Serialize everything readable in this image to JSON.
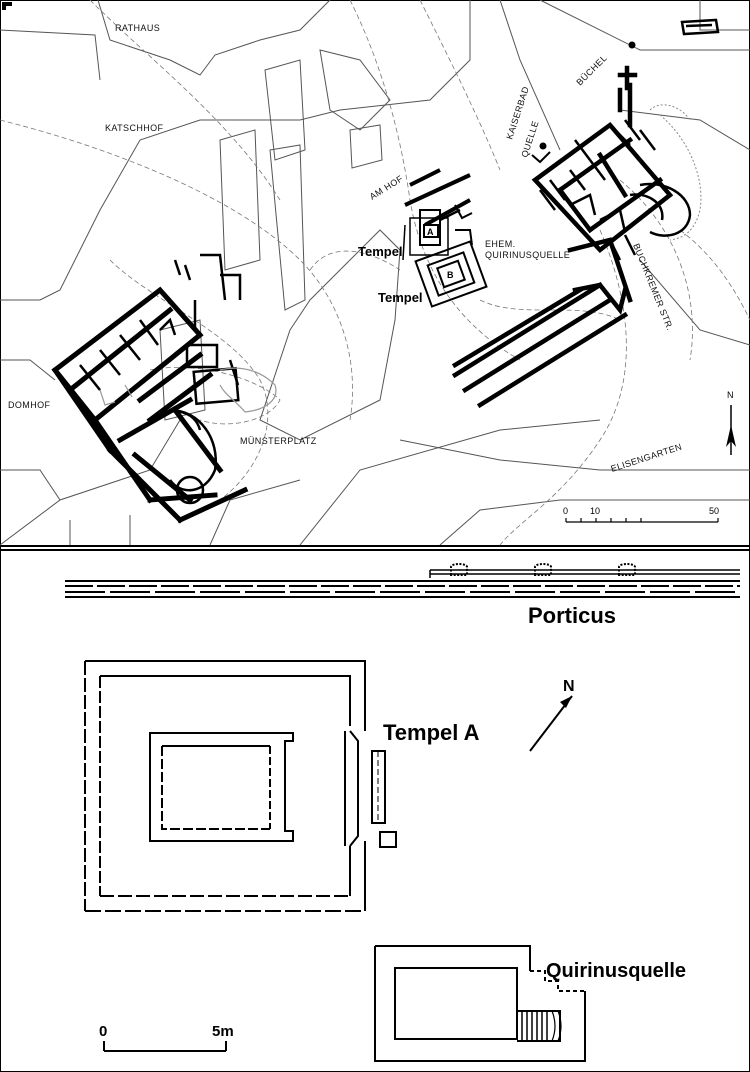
{
  "overview_map": {
    "streets": {
      "rathaus": "RATHAUS",
      "katschhof": "KATSCHHOF",
      "am_hof": "AM HOF",
      "kaiserbad": "KAISERBAD",
      "quelle": "QUELLE",
      "buchel": "BÜCHEL",
      "ehem": "EHEM.",
      "quirinusquelle": "QUIRINUSQUELLE",
      "buchkremer_str": "BUCHKREMER STR.",
      "domhof": "DOMHOF",
      "munsterplatz": "MÜNSTERPLATZ",
      "elisengarten": "ELISENGARTEN"
    },
    "labels": {
      "tempel_1": "Tempel",
      "tempel_2": "Tempel",
      "marker_a": "A",
      "marker_b": "B"
    },
    "north": "N",
    "scale": {
      "ticks": [
        "0",
        "10",
        "50"
      ]
    }
  },
  "detail_plan": {
    "labels": {
      "porticus": "Porticus",
      "tempel_a": "Tempel A",
      "quirinusquelle": "Quirinusquelle"
    },
    "north": "N",
    "scale": {
      "ticks": [
        "0",
        "5m"
      ]
    }
  }
}
